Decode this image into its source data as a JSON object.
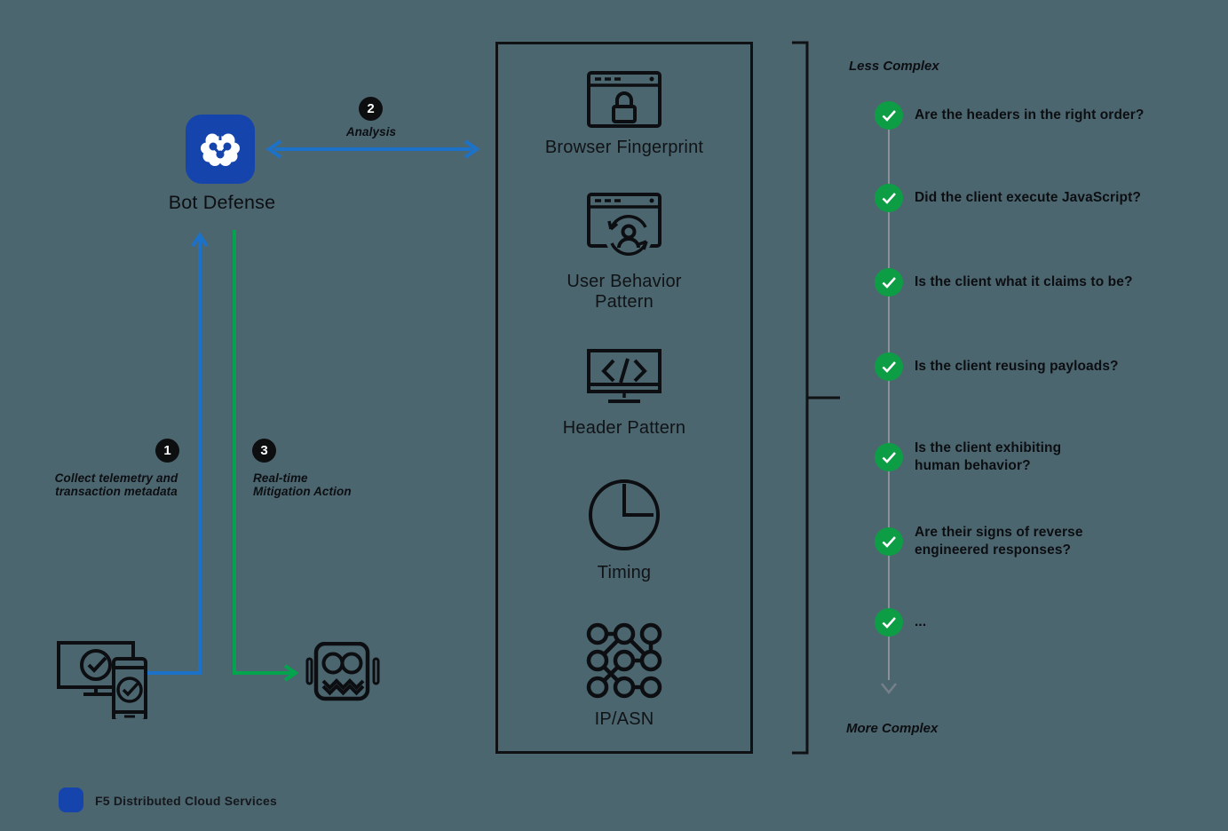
{
  "colors": {
    "background": "#4c6670",
    "ink": "#0c0e11",
    "arrow_blue": "#1b72c8",
    "arrow_green": "#02a44e",
    "check_green": "#0d9d45",
    "brand_blue": "#1544ad",
    "scale_line_gray": "#8b9196"
  },
  "nodes": {
    "bot_defense": {
      "label": "Bot Defense",
      "icon": "brain-network-icon"
    },
    "client_devices": {
      "icon": "devices-check-icon"
    },
    "bot": {
      "icon": "robot-icon"
    }
  },
  "steps": {
    "step1": {
      "number": "1",
      "lines": [
        "Collect telemetry and",
        "transaction metadata"
      ]
    },
    "step2": {
      "number": "2",
      "lines": [
        "Analysis"
      ]
    },
    "step3": {
      "number": "3",
      "lines": [
        "Real-time",
        "Mitigation Action"
      ]
    }
  },
  "signals": {
    "items": [
      {
        "icon": "browser-lock-icon",
        "lines": [
          "Browser Fingerprint"
        ]
      },
      {
        "icon": "user-refresh-browser-icon",
        "lines": [
          "User Behavior",
          "Pattern"
        ]
      },
      {
        "icon": "code-monitor-icon",
        "lines": [
          "Header Pattern"
        ]
      },
      {
        "icon": "clock-icon",
        "lines": [
          "Timing"
        ]
      },
      {
        "icon": "network-nodes-icon",
        "lines": [
          "IP/ASN"
        ]
      }
    ]
  },
  "complexity": {
    "less_label": "Less Complex",
    "more_label": "More Complex",
    "questions": [
      {
        "lines": [
          "Are the headers in the right order?"
        ]
      },
      {
        "lines": [
          "Did the client execute JavaScript?"
        ]
      },
      {
        "lines": [
          "Is the client what it claims to be?"
        ]
      },
      {
        "lines": [
          "Is the client reusing payloads?"
        ]
      },
      {
        "lines": [
          "Is the client exhibiting",
          "human behavior?"
        ]
      },
      {
        "lines": [
          "Are their signs of reverse",
          "engineered responses?"
        ]
      },
      {
        "lines": [
          "..."
        ]
      }
    ]
  },
  "footer": {
    "brand": "F5 Distributed Cloud Services"
  }
}
